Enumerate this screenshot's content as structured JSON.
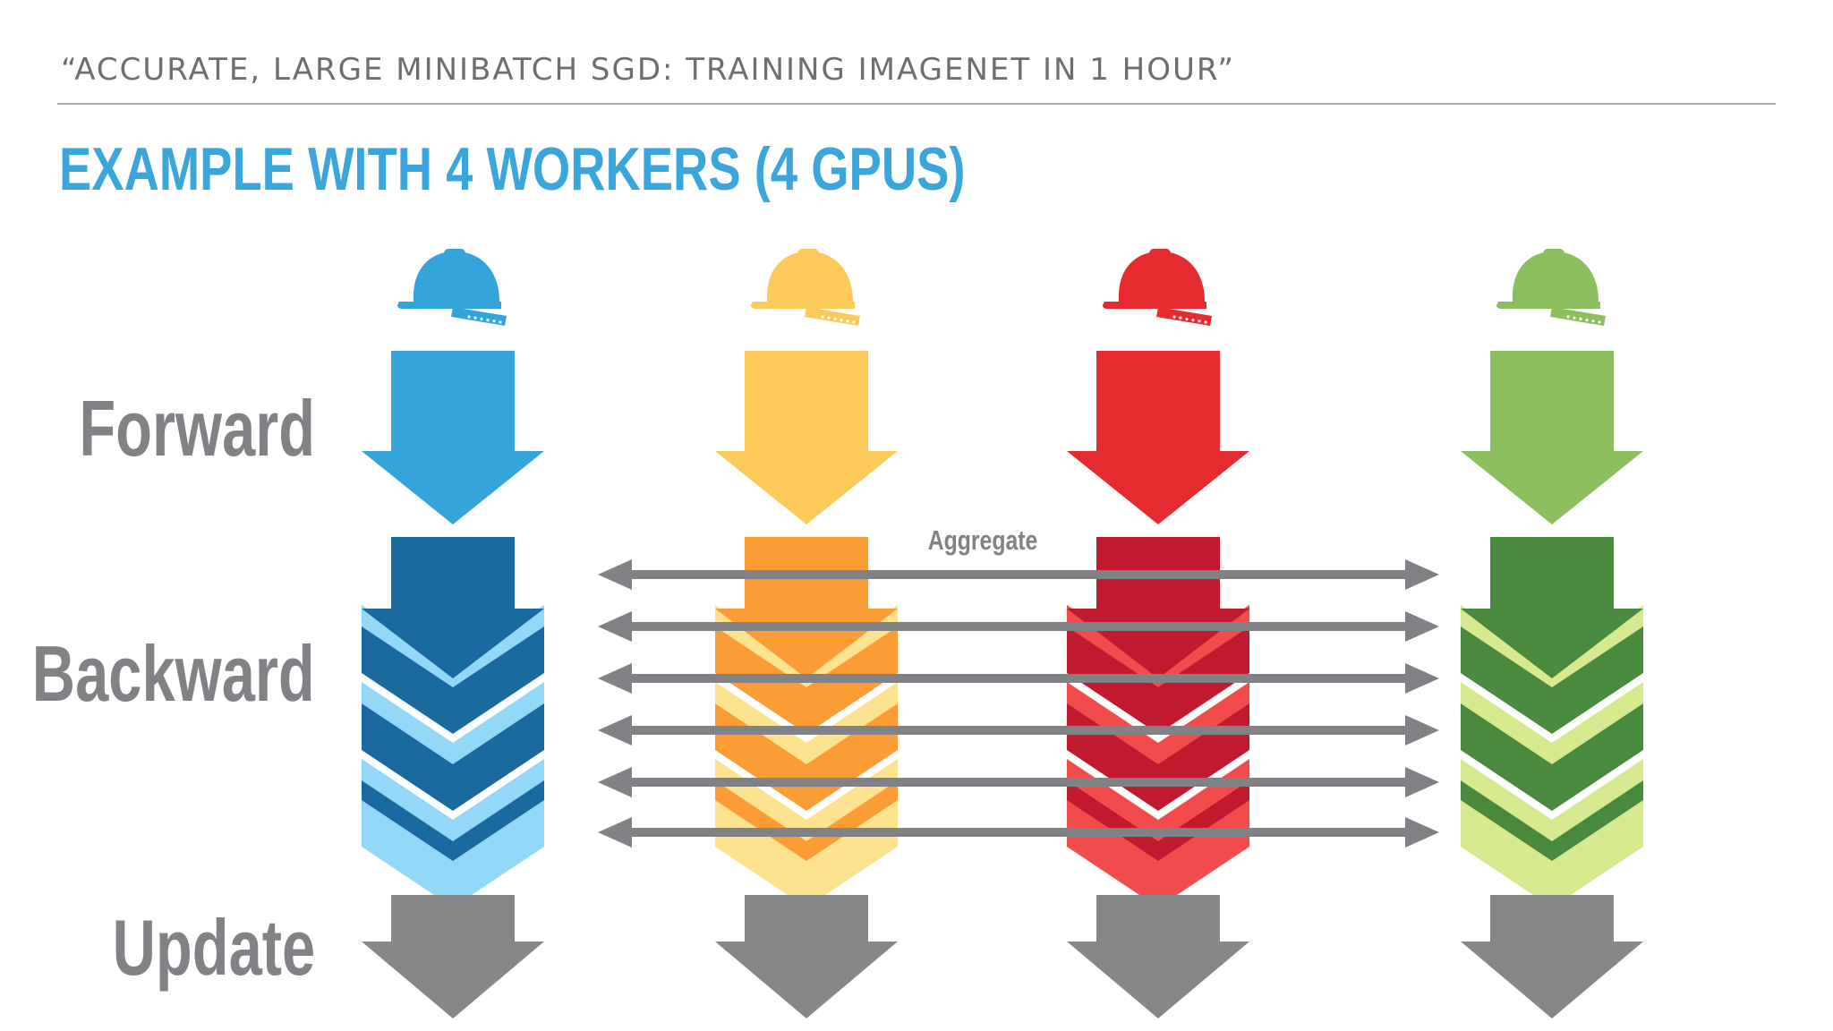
{
  "slide": {
    "subtitle": "“ACCURATE, LARGE MINIBATCH SGD: TRAINING IMAGENET IN 1 HOUR”",
    "title": "EXAMPLE WITH 4 WORKERS (4 GPUS)"
  },
  "rows": {
    "forward": "Forward",
    "backward": "Backward",
    "update": "Update"
  },
  "aggregate": {
    "label": "Aggregate",
    "arrow_count": 6,
    "color": "#808285"
  },
  "workers": [
    {
      "icon": "hard-hat-icon",
      "hat": "#34a4db",
      "forward": "#34a4db",
      "backward_dark": "#1a6aa0",
      "backward_light": "#92d8f6",
      "update": "#858789"
    },
    {
      "icon": "hard-hat-icon",
      "hat": "#fcca5b",
      "forward": "#fcca5b",
      "backward_dark": "#fc9c34",
      "backward_light": "#fde38f",
      "update": "#858789"
    },
    {
      "icon": "hard-hat-icon",
      "hat": "#e52a30",
      "forward": "#e52a30",
      "backward_dark": "#c11a2e",
      "backward_light": "#f24b4b",
      "update": "#858789"
    },
    {
      "icon": "hard-hat-icon",
      "hat": "#8bbe5e",
      "forward": "#8bbe5e",
      "backward_dark": "#4a8a3f",
      "backward_light": "#d6e98f",
      "update": "#858789"
    }
  ]
}
